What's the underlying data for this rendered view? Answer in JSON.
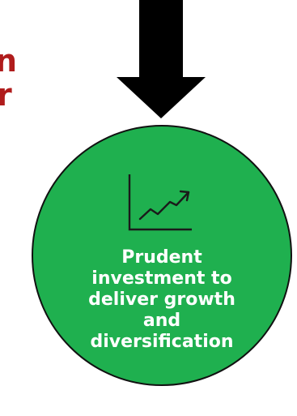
{
  "left_fragments": [
    "n",
    "r"
  ],
  "node": {
    "label": "Prudent\ninvestment to\ndeliver growth\nand\ndiversification",
    "icon": "trend-chart-icon"
  },
  "colors": {
    "node_fill": "#1fb04f",
    "node_text": "#ffffff",
    "arrow": "#000000",
    "fragment_text": "#b01c1c"
  }
}
